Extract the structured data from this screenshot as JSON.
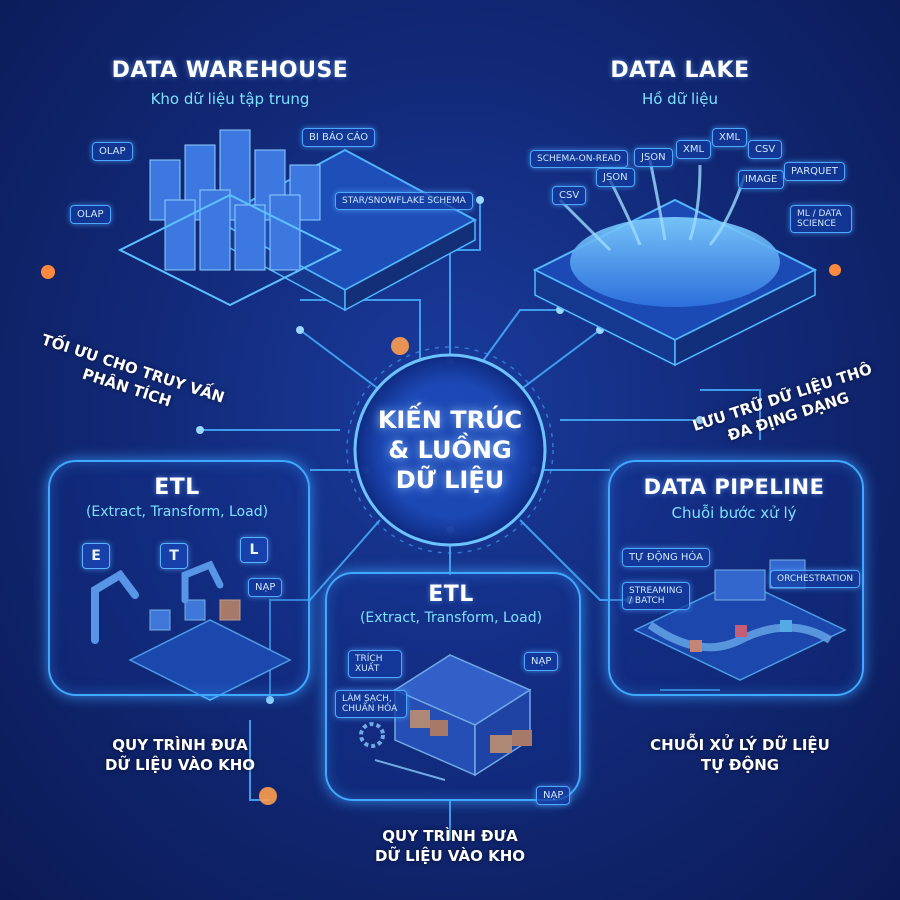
{
  "center": {
    "line1": "KIẾN TRÚC",
    "line2": "& LUỒNG",
    "line3": "DỮ LIỆU"
  },
  "warehouse": {
    "title": "DATA WAREHOUSE",
    "subtitle": "Kho dữ liệu tập trung",
    "tags": [
      "OLAP",
      "OLAP",
      "BI BÁO CÁO",
      "STAR/SNOWFLAKE SCHEMA"
    ],
    "caption_line1": "TỐI ƯU CHO TRUY VẤN",
    "caption_line2": "PHÂN TÍCH"
  },
  "lake": {
    "title": "DATA LAKE",
    "subtitle": "Hồ dữ liệu",
    "tags": [
      "SCHEMA-ON-READ",
      "CSV",
      "JSON",
      "JSON",
      "XML",
      "XML",
      "CSV",
      "IMAGE",
      "PARQUET",
      "ML / DATA SCIENCE"
    ],
    "caption_line1": "LƯU TRỮ DỮ LIỆU THÔ",
    "caption_line2": "ĐA ĐỊNG DẠNG"
  },
  "etl_left": {
    "title": "ETL",
    "subtitle": "(Extract, Transform, Load)",
    "letters": [
      "E",
      "T",
      "L"
    ],
    "tag_load": "NẠP",
    "caption_line1": "QUY TRÌNH ĐƯA",
    "caption_line2": "DỮ LIỆU VÀO KHO"
  },
  "etl_bottom": {
    "title": "ETL",
    "subtitle": "(Extract, Transform, Load)",
    "tags": [
      "TRÍCH XUẤT",
      "LÀM SẠCH, CHUẨN HÓA",
      "NẠP",
      "NẠP"
    ],
    "caption_line1": "QUY TRÌNH ĐƯA",
    "caption_line2": "DỮ LIỆU VÀO KHO"
  },
  "pipeline": {
    "title": "DATA PIPELINE",
    "subtitle": "Chuỗi bước xử lý",
    "tags": [
      "TỰ ĐỘNG HÓA",
      "STREAMING / BATCH",
      "ORCHESTRATION"
    ],
    "caption_line1": "CHUỖI XỬ LÝ DỮ LIỆU",
    "caption_line2": "TỰ ĐỘNG"
  },
  "colors": {
    "accent": "#3fa9ff",
    "subtitle": "#7ee0ff",
    "background": "#122a7a"
  }
}
